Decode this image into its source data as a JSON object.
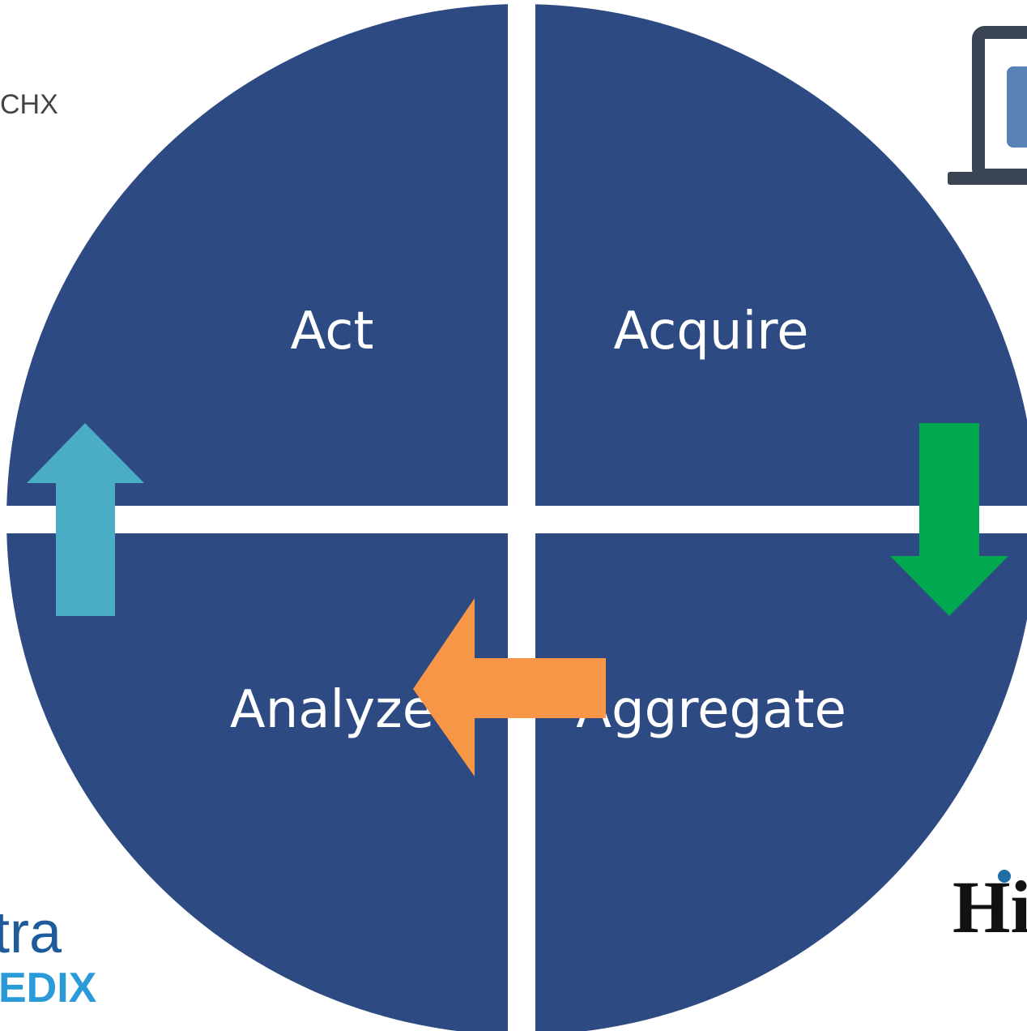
{
  "quadrants": [
    {
      "id": "act",
      "label": "Act"
    },
    {
      "id": "acquire",
      "label": "Acquire"
    },
    {
      "id": "analyze",
      "label": "Analyze"
    },
    {
      "id": "aggregate",
      "label": "Aggregate"
    }
  ],
  "arrows": [
    {
      "id": "acquire-to-aggregate",
      "direction": "down",
      "color": "#00a94f"
    },
    {
      "id": "aggregate-to-analyze",
      "direction": "left",
      "color": "#f79646"
    },
    {
      "id": "analyze-to-act",
      "direction": "up",
      "color": "#4bacc6"
    }
  ],
  "colors": {
    "circle": "#2e4a82",
    "divider": "#ffffff",
    "text": "#ffffff"
  },
  "logos": {
    "top_left_text": "CHX",
    "bottom_right_text": "Hi",
    "bottom_left_line1": "tra",
    "bottom_left_line2": "EDIX"
  }
}
